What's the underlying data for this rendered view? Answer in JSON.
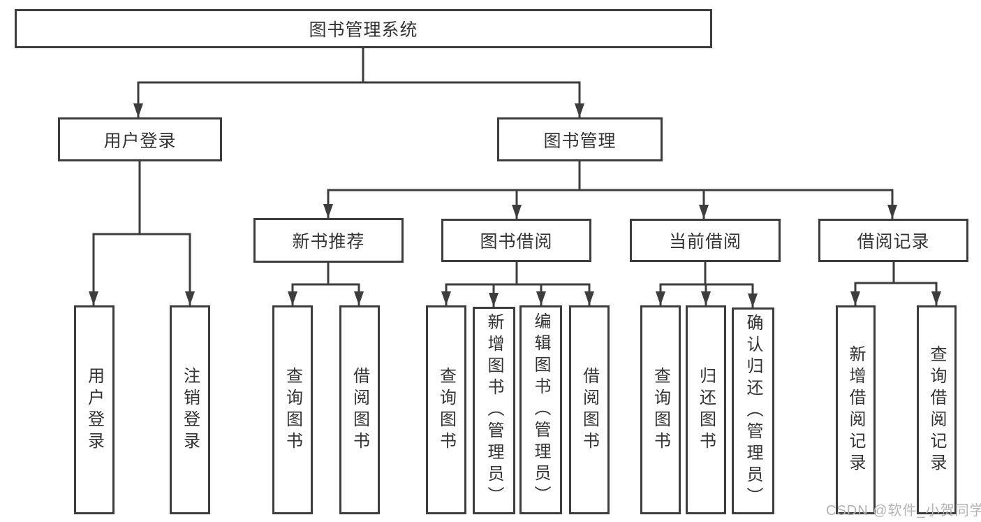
{
  "colors": {
    "line": "#3d3d3d",
    "text": "#333333",
    "bg": "#ffffff",
    "wm": "#b3b3b3"
  },
  "tree": {
    "root": {
      "label": "图书管理系统"
    },
    "branches": [
      {
        "label": "用户登录",
        "children": [
          {
            "label": "用户登录"
          },
          {
            "label": "注销登录"
          }
        ]
      },
      {
        "label": "图书管理",
        "children": [
          {
            "label": "新书推荐",
            "children": [
              {
                "label": "查询图书"
              },
              {
                "label": "借阅图书"
              }
            ]
          },
          {
            "label": "图书借阅",
            "children": [
              {
                "label": "查询图书"
              },
              {
                "label": "新增图书（管理员）"
              },
              {
                "label": "编辑图书（管理员）"
              },
              {
                "label": "借阅图书"
              }
            ]
          },
          {
            "label": "当前借阅",
            "children": [
              {
                "label": "查询图书"
              },
              {
                "label": "归还图书"
              },
              {
                "label": "确认归还（管理员）"
              }
            ]
          },
          {
            "label": "借阅记录",
            "children": [
              {
                "label": "新增借阅记录"
              },
              {
                "label": "查询借阅记录"
              }
            ]
          }
        ]
      }
    ]
  },
  "watermark": {
    "text": "CSDN @软件_小贺同学"
  }
}
